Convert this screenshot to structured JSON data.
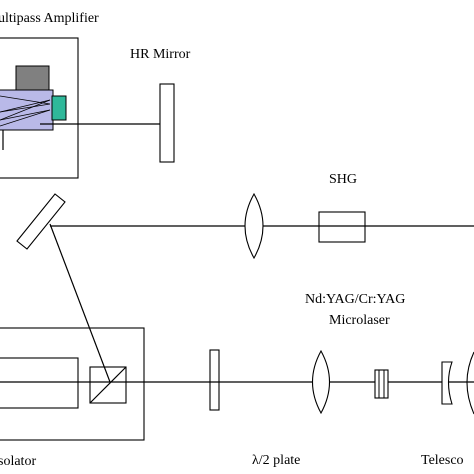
{
  "labels": {
    "amplifier": "ultipass Amplifier",
    "hr_mirror": "HR Mirror",
    "shg": "SHG",
    "microlaser_line1": "Nd:YAG/Cr:YAG",
    "microlaser_line2": "Microlaser",
    "isolator": "solator",
    "half_wave_plate": "λ/2 plate",
    "telescope": "Telesco"
  },
  "colors": {
    "line": "#000000",
    "crystal_fill": "#b9b9e8",
    "gray_block": "#808080",
    "green_block": "#2fb89a",
    "background": "#ffffff"
  }
}
